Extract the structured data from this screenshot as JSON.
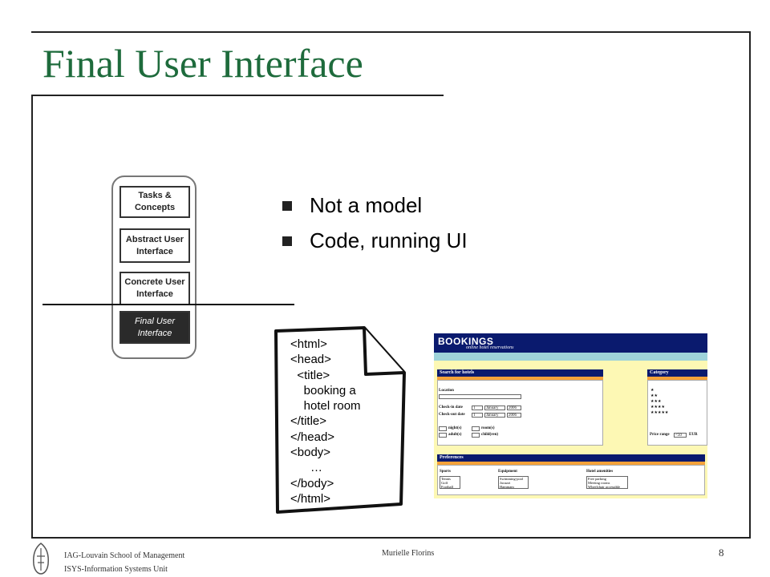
{
  "title": "Final User Interface",
  "stack": {
    "layers": [
      "Tasks & Concepts",
      "Abstract User Interface",
      "Concrete User Interface",
      "Final User Interface"
    ]
  },
  "bullets": [
    "Not a model",
    "Code, running UI"
  ],
  "code_lines": [
    "<html>",
    "<head>",
    "  <title>",
    "    booking a",
    "    hotel room",
    "</title>",
    "</head>",
    "<body>",
    "      …",
    "</body>",
    "</html>"
  ],
  "screenshot": {
    "brand": "BOOKINGS",
    "tagline": "online hotel reservations",
    "search_title": "Search for hotels",
    "location_label": "Location",
    "checkin_label": "Check-in date",
    "checkout_label": "Check-out date",
    "day_value": "1",
    "month_value": "January",
    "year_value": "2006",
    "nights_label": "night(s)",
    "rooms_label": "room(s)",
    "adults_label": "adult(s)",
    "children_label": "child(ren)",
    "category_title": "Category",
    "stars": [
      "★",
      "★★",
      "★★★",
      "★★★★",
      "★★★★★"
    ],
    "price_label": "Price range",
    "price_value": "<50",
    "currency": "EUR",
    "preferences_title": "Preferences",
    "sports_label": "Sports",
    "sports": [
      "Tennis",
      "Golf",
      "Football"
    ],
    "equipment_label": "Equipment",
    "equipment": [
      "Swimming-pool",
      "Jacuzzi",
      "Hammam"
    ],
    "amenities_label": "Hotel amenities",
    "amenities": [
      "Free parking",
      "Meeting rooms",
      "Wheelchair accessible"
    ]
  },
  "footer": {
    "school": "IAG-Louvain School of Management",
    "unit": "ISYS-Information Systems Unit",
    "author": "Murielle Florins",
    "page": "8"
  },
  "colors": {
    "title": "#1e6b3c",
    "nav": "#0a1a6e",
    "accent": "#f5a23a",
    "panel_bg": "#fdf8b4"
  }
}
